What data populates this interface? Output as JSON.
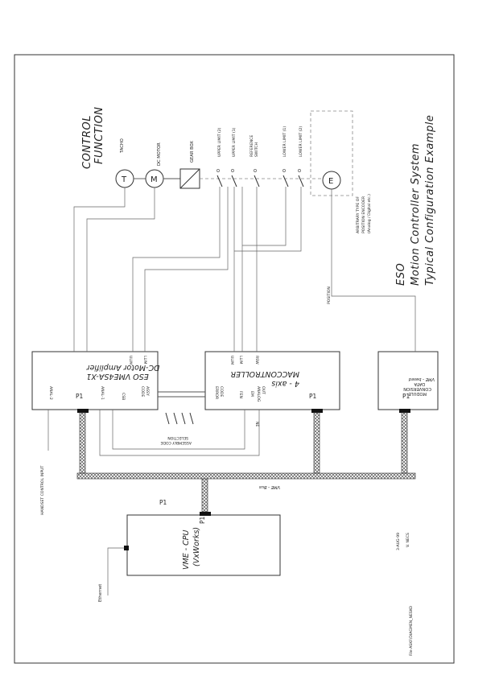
{
  "control_function": [
    "CONTROL",
    "FUNCTION"
  ],
  "title": {
    "line1": "ESO",
    "line2": "Motion  Controller  System",
    "line3": "Typical  Configuration  Example"
  },
  "components": {
    "tacho": {
      "symbol": "T",
      "label": "TACHO"
    },
    "motor": {
      "symbol": "M",
      "label": "DC MOTOR"
    },
    "gearbox": {
      "label": "GEAR BOX"
    },
    "upper_limit_2": {
      "label": "UPPER LIMIT (2)"
    },
    "upper_limit_1": {
      "label": "UPPER LIMIT (1)"
    },
    "reference": {
      "label": "REFERENCE",
      "label2": "SWITCH"
    },
    "lower_limit_1": {
      "label": "LOWER LIMIT (1)"
    },
    "lower_limit_2": {
      "label": "LOWER LIMIT (2)"
    },
    "encoder": {
      "symbol": "E",
      "lines": [
        "ARBITRARY TYPE OF",
        "POSITION ENCODER",
        "(Analog / Digital etc.)"
      ]
    }
  },
  "position_label": "POSITION",
  "amplifier": {
    "title1": "DC-Motor Amplifier",
    "title2": "ESO  VME4SA-X1",
    "pin_ulim": "ULIM",
    "pin_llim": "LLIM",
    "pin_anal2": "ANAL-2",
    "pin_anal1": "ANAL-1",
    "pin_code": "CODE",
    "pin_assy": "ASSY",
    "pin_csb": "CSB",
    "port": "P1"
  },
  "maccon": {
    "title1": "MACCONTROLLER",
    "title2": "4 - axis",
    "pin_ulim": "ULIM",
    "pin_llim": "LLIM",
    "pin_rsw": "RSW",
    "pin_error": "ERROR",
    "pin_code": "CODE",
    "pin_fen": "FEN",
    "pin_em": "EM",
    "pin_analog": "ANALOG",
    "pin_out": "OUT",
    "port": "P1",
    "ne": "NE"
  },
  "vme_module": {
    "title1": "VME - based",
    "title2": "DATA",
    "title3": "CONVERSION",
    "title4": "MODULE",
    "port": "P1"
  },
  "assembly_code": [
    "ASSEMBLY CODE",
    "SELECTION"
  ],
  "handset_input": "HANDSET CONTROL INPUT",
  "vme_bus": "VME - Bus",
  "cpu": {
    "title1": "VME - CPU",
    "title2": "(VxWorks)",
    "port": "P1",
    "above": "P1"
  },
  "ethernet": "Ethernet",
  "footer": {
    "date": "3-AUG-99",
    "version": "V. NECS",
    "file": "File  ASKF/DIAGMEN_NESKO"
  },
  "colors": {
    "line": "#555555",
    "text": "#222222",
    "port": "#111111"
  }
}
